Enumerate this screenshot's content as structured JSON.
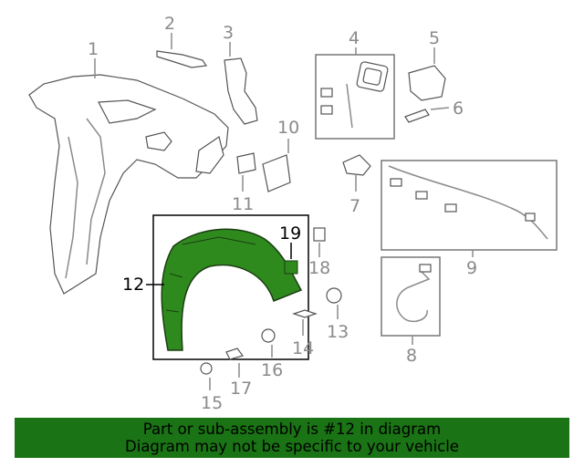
{
  "callouts": {
    "c1": "1",
    "c2": "2",
    "c3": "3",
    "c4": "4",
    "c5": "5",
    "c6": "6",
    "c7": "7",
    "c8": "8",
    "c9": "9",
    "c10": "10",
    "c11": "11",
    "c12": "12",
    "c13": "13",
    "c14": "14",
    "c15": "15",
    "c16": "16",
    "c17": "17",
    "c18": "18",
    "c19": "19"
  },
  "highlight_color": "#2f8a1e",
  "banner": {
    "line1": "Part or sub-assembly is #12 in diagram",
    "line2": "Diagram may not be specific to your vehicle",
    "color": "#1a7314"
  }
}
